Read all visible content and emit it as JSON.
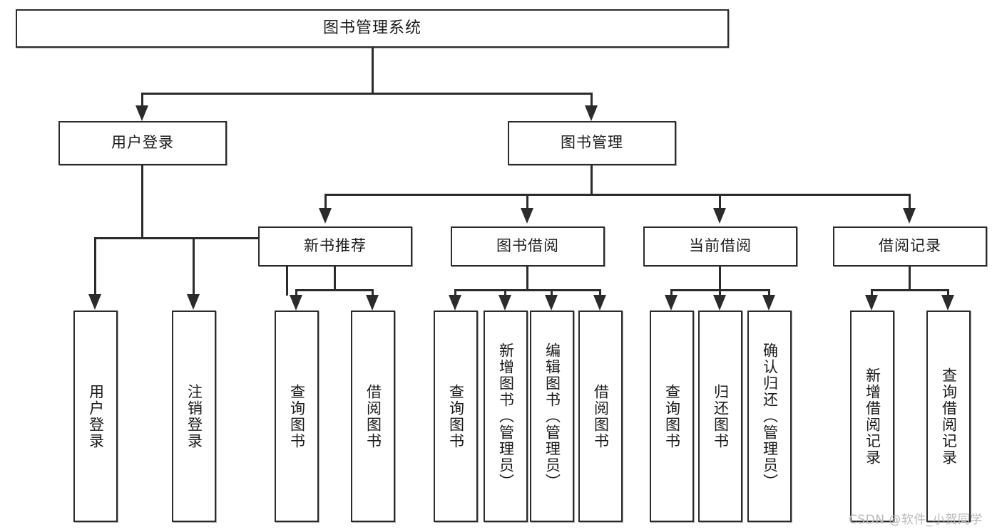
{
  "diagram": {
    "type": "tree-hierarchy",
    "title": "图书管理系统",
    "watermark": "CSDN @软件_小贺同学",
    "nodes": {
      "root": {
        "label": "图书管理系统"
      },
      "level2": [
        {
          "id": "user-login",
          "label": "用户登录"
        },
        {
          "id": "book-manage",
          "label": "图书管理"
        }
      ],
      "level3": [
        {
          "id": "new-book-recommend",
          "label": "新书推荐"
        },
        {
          "id": "book-borrow",
          "label": "图书借阅"
        },
        {
          "id": "current-borrow",
          "label": "当前借阅"
        },
        {
          "id": "borrow-record",
          "label": "借阅记录"
        }
      ],
      "leaves": {
        "user_login": [
          {
            "id": "leaf-user-login",
            "label": "用户登录"
          },
          {
            "id": "leaf-logout-login",
            "label": "注销登录"
          }
        ],
        "new_book_recommend": [
          {
            "id": "leaf-query-book-1",
            "label": "查询图书"
          },
          {
            "id": "leaf-borrow-book-1",
            "label": "借阅图书"
          }
        ],
        "book_borrow": [
          {
            "id": "leaf-query-book-2",
            "label": "查询图书"
          },
          {
            "id": "leaf-add-book",
            "label": "新增图书（管理员）"
          },
          {
            "id": "leaf-edit-book",
            "label": "编辑图书（管理员）"
          },
          {
            "id": "leaf-borrow-book-2",
            "label": "借阅图书"
          }
        ],
        "current_borrow": [
          {
            "id": "leaf-query-book-3",
            "label": "查询图书"
          },
          {
            "id": "leaf-return-book",
            "label": "归还图书"
          },
          {
            "id": "leaf-confirm-return",
            "label": "确认归还（管理员）"
          }
        ],
        "borrow_record": [
          {
            "id": "leaf-add-record",
            "label": "新增借阅记录"
          },
          {
            "id": "leaf-query-record",
            "label": "查询借阅记录"
          }
        ]
      }
    },
    "colors": {
      "stroke": "#2b2b2b",
      "fill": "#ffffff",
      "text": "#1a1a1a",
      "watermark": "#b8b8b8"
    }
  }
}
